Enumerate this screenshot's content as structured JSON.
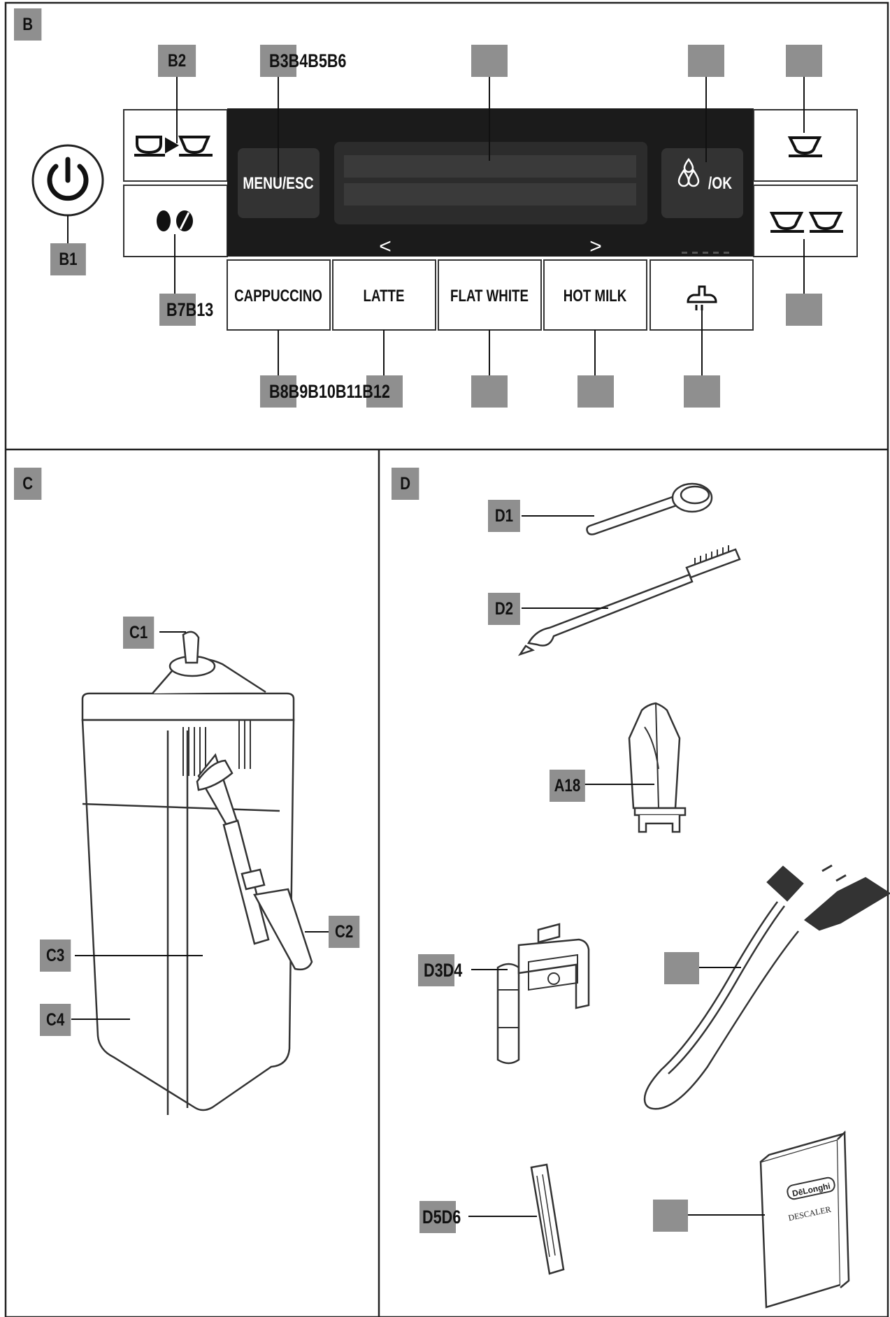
{
  "sections": {
    "b": "B",
    "c": "C",
    "d": "D"
  },
  "control_panel": {
    "buttons": {
      "menu_esc": "MENU/ESC",
      "ok": "/OK",
      "cappuccino": "CAPPUCCINO",
      "latte": "LATTE",
      "flat_white": "FLAT WHITE",
      "hot_milk": "HOT MILK",
      "nav_left": "<",
      "nav_right": ">"
    },
    "callouts": {
      "b1": "B1",
      "b2": "B2",
      "b3_b6": "B3B4B5B6",
      "b7_b13": "B7B13",
      "b8_b12": "B8B9B10B11B12"
    }
  },
  "milk_carafe": {
    "callouts": {
      "c1": "C1",
      "c2": "C2",
      "c3": "C3",
      "c4": "C4"
    }
  },
  "accessories": {
    "callouts": {
      "d1": "D1",
      "d2": "D2",
      "a18": "A18",
      "d3_d4": "D3D4",
      "d5_d6": "D5D6"
    },
    "descaler_box": {
      "brand": "DēLonghi",
      "product": "DESCALER"
    }
  }
}
